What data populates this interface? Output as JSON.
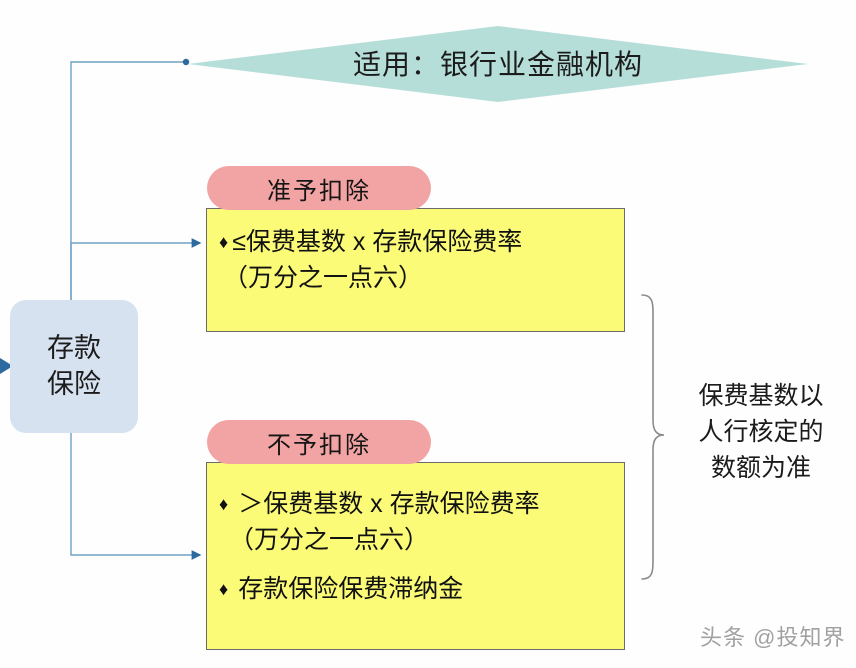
{
  "diagram": {
    "decision": {
      "label": "适用：银行业金融机构",
      "fill": "#b6ded8"
    },
    "root": {
      "line1": "存款",
      "line2": "保险",
      "fill": "#d7e2f0"
    },
    "branches": [
      {
        "pill_label": "准予扣除",
        "pill_fill": "#f2a3a3",
        "box_fill": "#fbfb78",
        "lines": [
          {
            "bullet": "♦",
            "text": "≤保费基数 x 存款保险费率"
          },
          {
            "bullet": "",
            "text": "（万分之一点六）"
          }
        ]
      },
      {
        "pill_label": "不予扣除",
        "pill_fill": "#f2a3a3",
        "box_fill": "#fbfb78",
        "lines": [
          {
            "bullet": "♦",
            "text": "＞保费基数 x 存款保险费率"
          },
          {
            "bullet": "",
            "text": "（万分之一点六）"
          },
          {
            "bullet": "♦",
            "text": "存款保险保费滞纳金"
          }
        ]
      }
    ],
    "side_note": {
      "line1": "保费基数以",
      "line2": "人行核定的",
      "line3": "数额为准"
    },
    "connector_color": "#4a7fa8"
  },
  "watermark": {
    "text": "头条 @投知界"
  }
}
